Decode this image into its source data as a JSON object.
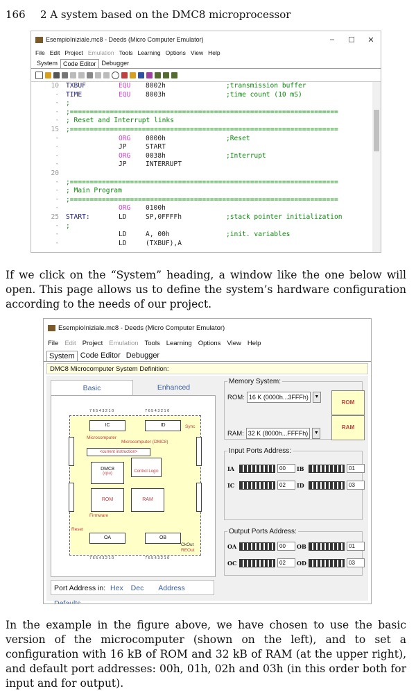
{
  "page": {
    "number": "166",
    "header": "2 A system based on the DMC8 microprocessor",
    "para1": "If we click on the “System” heading, a window like the one below will open. This page allows us to define the system’s hardware configuration according to the needs of our project.",
    "para2": "In the example in the figure above, we have chosen to use the basic version of the microcomputer (shown on the left), and to set a configuration with 16 kB of ROM and 32 kB of RAM (at the upper right), and default port addresses: 00h, 01h, 02h and 03h (in this order both for input and for output)."
  },
  "window1": {
    "title": "EsempioIniziale.mc8 - Deeds (Micro Computer Emulator)",
    "menu": [
      "File",
      "Edit",
      "Project",
      "Emulation",
      "Tools",
      "Learning",
      "Options",
      "View",
      "Help"
    ],
    "tabs": [
      "System",
      "Code Editor",
      "Debugger"
    ],
    "code": [
      {
        "n": "10",
        "label": "TXBUF",
        "op": "EQU",
        "arg": "8002h",
        "comment": ";transmission buffer"
      },
      {
        "n": "",
        "label": "TIME",
        "op": "EQU",
        "arg": "8003h",
        "comment": ";time count (10 mS)"
      },
      {
        "n": "",
        "full": ";"
      },
      {
        "n": "",
        "full": ";==================================================================="
      },
      {
        "n": "",
        "full": "; Reset and Interrupt links"
      },
      {
        "n": "15",
        "full": ";==================================================================="
      },
      {
        "n": "",
        "label": "",
        "op": "ORG",
        "arg": "0000h",
        "comment": ";Reset"
      },
      {
        "n": "",
        "label": "",
        "op": "JP",
        "arg": "START",
        "comment": ""
      },
      {
        "n": "",
        "label": "",
        "op": "ORG",
        "arg": "0038h",
        "comment": ";Interrupt"
      },
      {
        "n": "",
        "label": "",
        "op": "JP",
        "arg": "INTERRUPT",
        "comment": ""
      },
      {
        "n": "20",
        "full": ""
      },
      {
        "n": "",
        "full": ";==================================================================="
      },
      {
        "n": "",
        "full": "; Main Program"
      },
      {
        "n": "",
        "full": ";==================================================================="
      },
      {
        "n": "",
        "label": "",
        "op": "ORG",
        "arg": "0100h",
        "comment": ""
      },
      {
        "n": "25",
        "label": "START:",
        "op": "LD",
        "arg": "SP,0FFFFh",
        "comment": ";stack pointer initialization"
      },
      {
        "n": "",
        "full": ";"
      },
      {
        "n": "",
        "label": "",
        "op": "LD",
        "arg": "A, 00h",
        "comment": ";init. variables"
      },
      {
        "n": "",
        "label": "",
        "op": "LD",
        "arg": "(TXBUF),A",
        "comment": ""
      }
    ]
  },
  "window2": {
    "title": "EsempioIniziale.mc8 - Deeds (Micro Computer Emulator)",
    "menu": [
      "File",
      "Edit",
      "Project",
      "Emulation",
      "Tools",
      "Learning",
      "Options",
      "View",
      "Help"
    ],
    "tabs": [
      "System",
      "Code Editor",
      "Debugger"
    ],
    "definition": "DMC8 Microcomputer System Definition:",
    "panel_tabs": [
      "Basic",
      "Enhanced"
    ],
    "board": {
      "ic": "IC",
      "id": "ID",
      "oa": "OA",
      "ob": "OB",
      "microcomputer": "Microcomputer",
      "microcomputer_dmc8": "Microcomputer (DMC8)",
      "current_instruction": "<current instruction>",
      "dmc8": "DMC8",
      "cpu": "(cpu)",
      "control_logic": "Control Logic",
      "rom": "ROM",
      "ram": "RAM",
      "firmware": "Firmware",
      "reset": "Reset",
      "sync": "Sync",
      "ckout": "CkOut",
      "reout": "REOut",
      "bits": "7 6 5 4 3 2 1 0"
    },
    "port_address": {
      "label": "Port Address in:",
      "hex": "Hex",
      "dec": "Dec",
      "defaults": "Address Defaults"
    },
    "memory": {
      "title": "Memory System:",
      "rom_label": "ROM:",
      "rom_value": "16 K (0000h...3FFFh)",
      "ram_label": "RAM:",
      "ram_value": "32 K (8000h...FFFFh)",
      "rom_btn": "ROM",
      "ram_btn": "RAM"
    },
    "input": {
      "title": "Input Ports Address:",
      "ports": [
        {
          "name": "IA",
          "value": "00"
        },
        {
          "name": "IB",
          "value": "01"
        },
        {
          "name": "IC",
          "value": "02"
        },
        {
          "name": "ID",
          "value": "03"
        }
      ]
    },
    "output": {
      "title": "Output Ports Address:",
      "ports": [
        {
          "name": "OA",
          "value": "00"
        },
        {
          "name": "OB",
          "value": "01"
        },
        {
          "name": "OC",
          "value": "02"
        },
        {
          "name": "OD",
          "value": "03"
        }
      ]
    }
  }
}
